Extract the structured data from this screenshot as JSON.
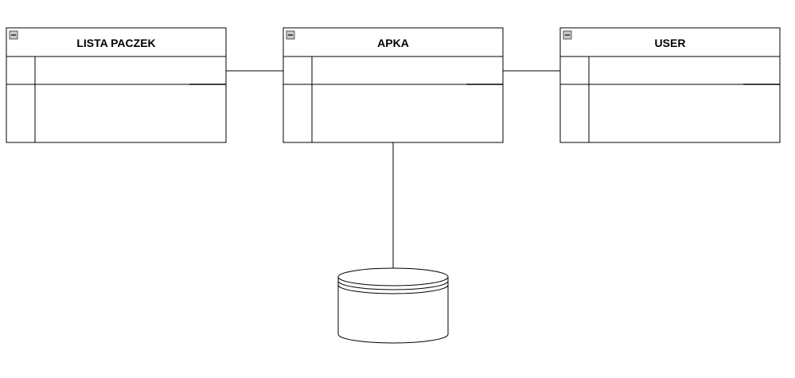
{
  "diagram": {
    "entities": [
      {
        "id": "lista-paczek",
        "title": "LISTA PACZEK"
      },
      {
        "id": "apka",
        "title": "APKA"
      },
      {
        "id": "user",
        "title": "USER"
      }
    ],
    "database": {
      "label": ""
    },
    "icons": {
      "collapse": "minus-box-icon"
    },
    "colors": {
      "stroke": "#000000",
      "fill": "#ffffff",
      "icon_fill": "#c8c8c8"
    }
  }
}
